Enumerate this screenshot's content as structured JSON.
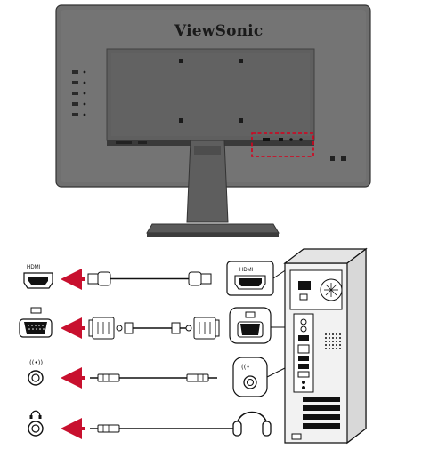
{
  "monitor": {
    "brand": "ViewSonic"
  },
  "connections": [
    {
      "id": "hdmi",
      "label": "HDMI",
      "device_port_label": "HDMI",
      "cable": "hdmi-cable"
    },
    {
      "id": "vga",
      "label": "",
      "cable": "vga-cable"
    },
    {
      "id": "audio-in",
      "label": "",
      "cable": "audio-cable"
    },
    {
      "id": "headphone",
      "label": "",
      "cable": "audio-cable"
    }
  ],
  "colors": {
    "monitor_body": "#6f6f6f",
    "monitor_dark": "#4a4a4a",
    "highlight_box": "#d6001c",
    "arrow": "#c8102e",
    "line": "#111111",
    "pc_body": "#f2f2f2"
  },
  "icons": {
    "hdmi": "hdmi-port-icon",
    "vga": "vga-port-icon",
    "audio_in": "audio-in-icon",
    "headphone": "headphone-icon",
    "pc": "desktop-tower-icon"
  }
}
